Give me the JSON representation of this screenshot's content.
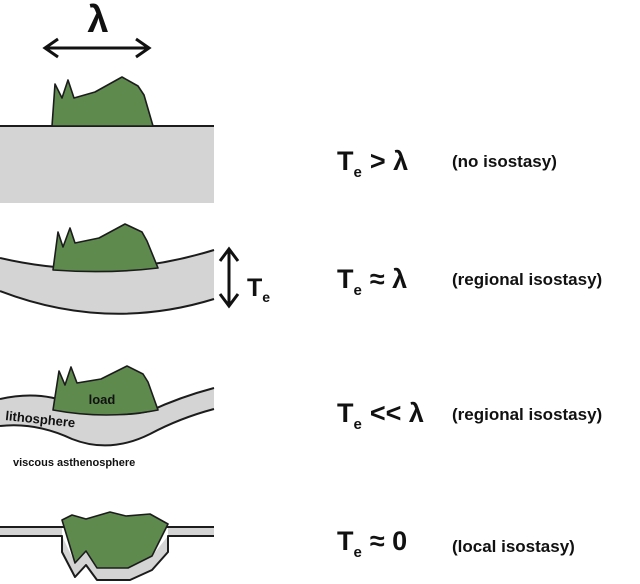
{
  "header": {
    "lambda_symbol": "λ"
  },
  "colors": {
    "load": "#5e8a4e",
    "plate": "#d4d4d4",
    "outline": "#1c1c1c",
    "background": "#ffffff"
  },
  "thickness_marker": {
    "symbol": "T",
    "subscript": "e"
  },
  "rows": [
    {
      "symbol": "T",
      "subscript": "e",
      "relation": "> λ",
      "note": "(no isostasy)"
    },
    {
      "symbol": "T",
      "subscript": "e",
      "relation": "≈ λ",
      "note": "(regional isostasy)"
    },
    {
      "symbol": "T",
      "subscript": "e",
      "relation": "<< λ",
      "note": "(regional isostasy)"
    },
    {
      "symbol": "T",
      "subscript": "e",
      "relation": "≈ 0",
      "note": "(local isostasy)"
    }
  ],
  "panel3_labels": {
    "load": "load",
    "lithosphere": "lithosphere",
    "asthenosphere": "viscous asthenosphere"
  }
}
